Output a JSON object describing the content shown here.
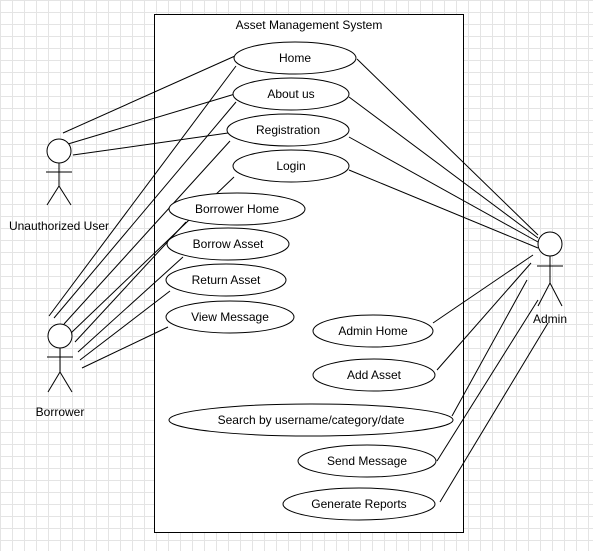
{
  "diagram": {
    "system_title": "Asset Management System",
    "actors": {
      "unauthorized": "Unauthorized User",
      "borrower": "Borrower",
      "admin": "Admin"
    },
    "use_cases": {
      "home": "Home",
      "about": "About us",
      "registration": "Registration",
      "login": "Login",
      "borrower_home": "Borrower Home",
      "borrow_asset": "Borrow Asset",
      "return_asset": "Return Asset",
      "view_message": "View Message",
      "admin_home": "Admin Home",
      "add_asset": "Add Asset",
      "search": "Search by username/category/date",
      "send_message": "Send Message",
      "generate_reports": "Generate Reports"
    }
  }
}
